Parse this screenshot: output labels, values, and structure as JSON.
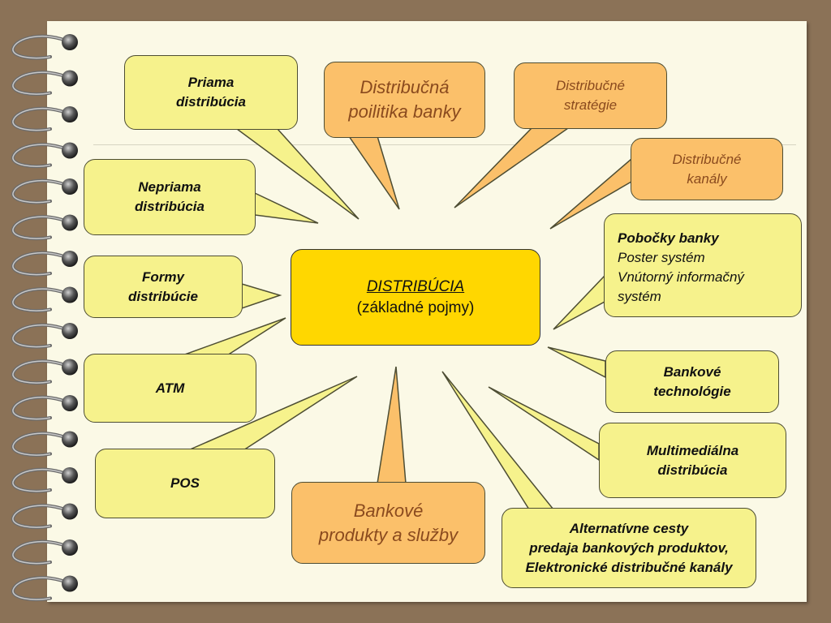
{
  "center": {
    "title": "DISTRIBÚCIA",
    "subtitle": "(základné pojmy)"
  },
  "boxes": {
    "priama": [
      "Priama",
      "distribúcia"
    ],
    "politika": [
      "Distribučná",
      "poilitika banky"
    ],
    "strategie": [
      "Distribučné",
      "stratégie"
    ],
    "kanaly": [
      "Distribučné",
      "kanály"
    ],
    "nepriama": [
      "Nepriama",
      "distribúcia"
    ],
    "formy": [
      "Formy",
      "distribúcie"
    ],
    "pobocky": [
      "Pobočky banky",
      "Poster systém",
      "Vnútorný informačný",
      "systém"
    ],
    "atm": [
      "ATM"
    ],
    "technologie": [
      "Bankové",
      "technológie"
    ],
    "pos": [
      "POS"
    ],
    "multimedia": [
      "Multimediálna",
      "distribúcia"
    ],
    "produkty": [
      "Bankové",
      "produkty a služby"
    ],
    "alternativne": [
      "Alternatívne cesty",
      "predaja bankových produktov,",
      "Elektronické distribučné kanály"
    ]
  },
  "colors": {
    "background": "#8b7257",
    "paper": "#fbf9e6",
    "yellow_box": "#f6f28c",
    "orange_box": "#fbc06a",
    "center_box": "#ffd700",
    "orange_text": "#8a4a1e"
  }
}
